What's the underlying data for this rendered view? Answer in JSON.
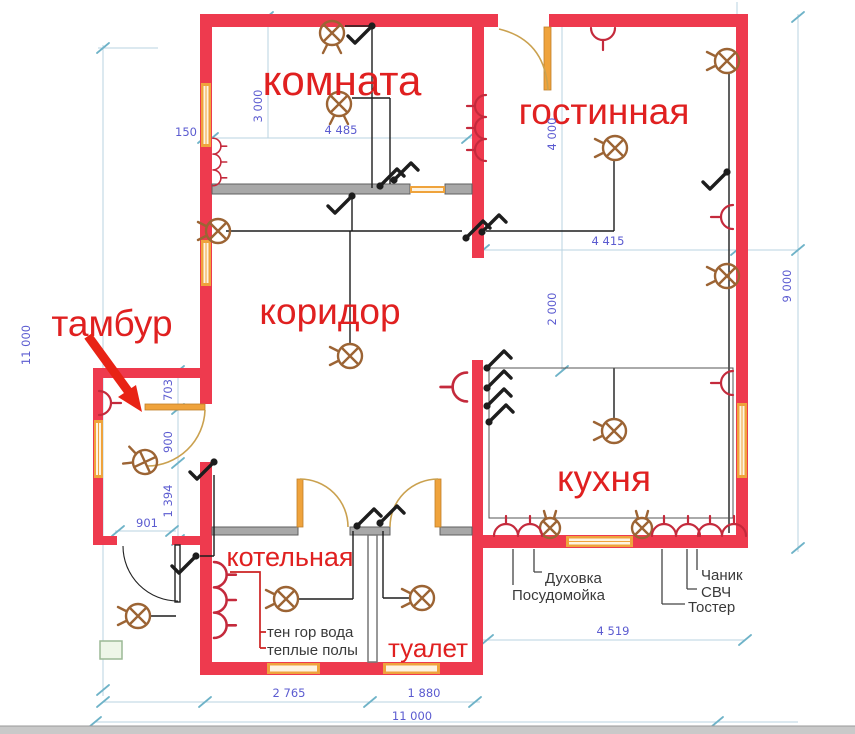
{
  "colors": {
    "wall": "#ee3a4e",
    "window": "#efa33c",
    "window_core": "#fdf3e2",
    "partition": "#a8a8a8",
    "partition_edge": "#5f5f5f",
    "room_label": "#e02020",
    "dim_text": "#5b5bd0",
    "dim_line": "#b9d3e2",
    "tick": "#6fb3c8",
    "wire": "#1d1d1d",
    "symbol_brown": "#9c6434",
    "socket_red": "#c42a3c",
    "door_arc": "#caa14f",
    "arrow_red": "#e82315",
    "appliance_text": "#3a3a3a",
    "heat_leader": "#cc2222",
    "green_box_fill": "#eef6e8",
    "green_box_edge": "#9cb995",
    "bottom_bar": "#c9c9c9"
  },
  "rooms": {
    "komnata": "комната",
    "gostinnaya": "гостинная",
    "koridor": "коридор",
    "tambur": "тамбур",
    "kuhnya": "кухня",
    "kotelnaya": "котельная",
    "tualet": "туалет"
  },
  "appliances": {
    "duhovka": "Духовка",
    "posudomoyka": "Посудомойка",
    "chanik": "Чаник",
    "svch": "СВЧ",
    "toster": "Тостер",
    "ten": "тен гор вода",
    "poly": "теплые полы"
  },
  "dims": {
    "left_total": "11 000",
    "right_total": "9 000",
    "bottom_total": "11 000",
    "komnata_w": "4 485",
    "komnata_h": "3 000",
    "offset150": "150",
    "gost_h": "4 000",
    "gost_w": "4 415",
    "passage": "2 000",
    "tambur_a": "703",
    "tambur_b": "900",
    "tambur_c": "1 394",
    "entry_w": "901",
    "kotelnaya_w": "2 765",
    "tualet_w": "1 880",
    "kuhnya_w": "4 519"
  }
}
